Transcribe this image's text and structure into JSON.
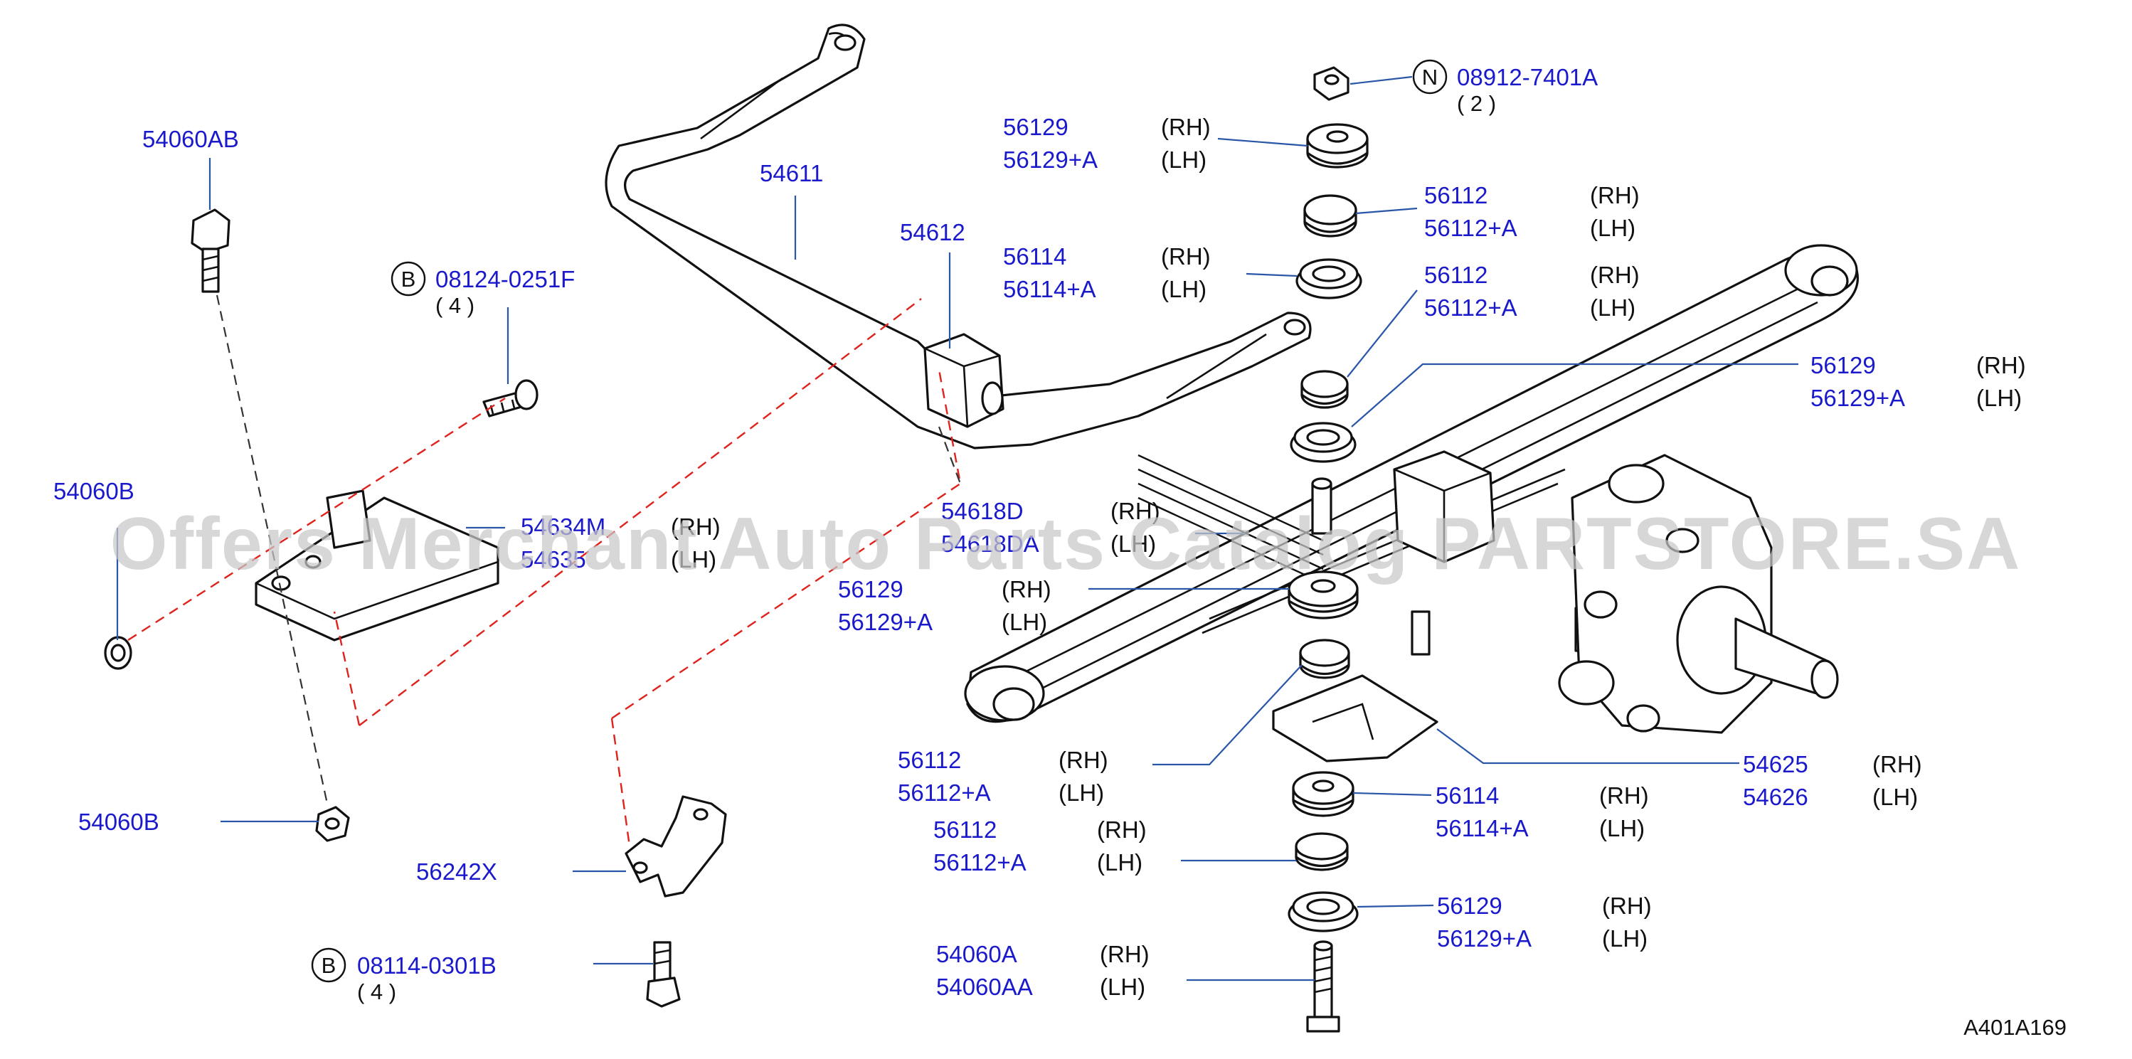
{
  "diagram_code": "A401A169",
  "watermark": "Offers Merchant Auto Parts Catalog PARTSTORE.SA",
  "callouts": {
    "54060AB": {
      "number": "54060AB"
    },
    "08124_0251F": {
      "symbol": "B",
      "number": "08124-0251F",
      "qty": "( 4 )"
    },
    "54060B_top": {
      "number": "54060B"
    },
    "54060B_bottom": {
      "number": "54060B"
    },
    "56242X": {
      "number": "56242X"
    },
    "08114_0301B": {
      "symbol": "B",
      "number": "08114-0301B",
      "qty": "( 4 )"
    },
    "54611": {
      "number": "54611"
    },
    "54612": {
      "number": "54612"
    },
    "54634M": {
      "number_rh": "54634M",
      "number_lh": "54635",
      "rh": "(RH)",
      "lh": "(LH)"
    },
    "54618D": {
      "number_rh": "54618D",
      "number_lh": "54618DA",
      "rh": "(RH)",
      "lh": "(LH)"
    },
    "08912_7401A": {
      "symbol": "N",
      "number": "08912-7401A",
      "qty": "( 2 )"
    },
    "56129_a": {
      "number_rh": "56129",
      "number_lh": "56129+A",
      "rh": "(RH)",
      "lh": "(LH)"
    },
    "56112_a": {
      "number_rh": "56112",
      "number_lh": "56112+A",
      "rh": "(RH)",
      "lh": "(LH)"
    },
    "56114_a": {
      "number_rh": "56114",
      "number_lh": "56114+A",
      "rh": "(RH)",
      "lh": "(LH)"
    },
    "56112_b": {
      "number_rh": "56112",
      "number_lh": "56112+A",
      "rh": "(RH)",
      "lh": "(LH)"
    },
    "56129_b": {
      "number_rh": "56129",
      "number_lh": "56129+A",
      "rh": "(RH)",
      "lh": "(LH)"
    },
    "56129_c": {
      "number_rh": "56129",
      "number_lh": "56129+A",
      "rh": "(RH)",
      "lh": "(LH)"
    },
    "56112_c": {
      "number_rh": "56112",
      "number_lh": "56112+A",
      "rh": "(RH)",
      "lh": "(LH)"
    },
    "54625": {
      "number_rh": "54625",
      "number_lh": "54626",
      "rh": "(RH)",
      "lh": "(LH)"
    },
    "56114_b": {
      "number_rh": "56114",
      "number_lh": "56114+A",
      "rh": "(RH)",
      "lh": "(LH)"
    },
    "56112_d": {
      "number_rh": "56112",
      "number_lh": "56112+A",
      "rh": "(RH)",
      "lh": "(LH)"
    },
    "56129_d": {
      "number_rh": "56129",
      "number_lh": "56129+A",
      "rh": "(RH)",
      "lh": "(LH)"
    },
    "54060A": {
      "number_rh": "54060A",
      "number_lh": "54060AA",
      "rh": "(RH)",
      "lh": "(LH)"
    }
  }
}
